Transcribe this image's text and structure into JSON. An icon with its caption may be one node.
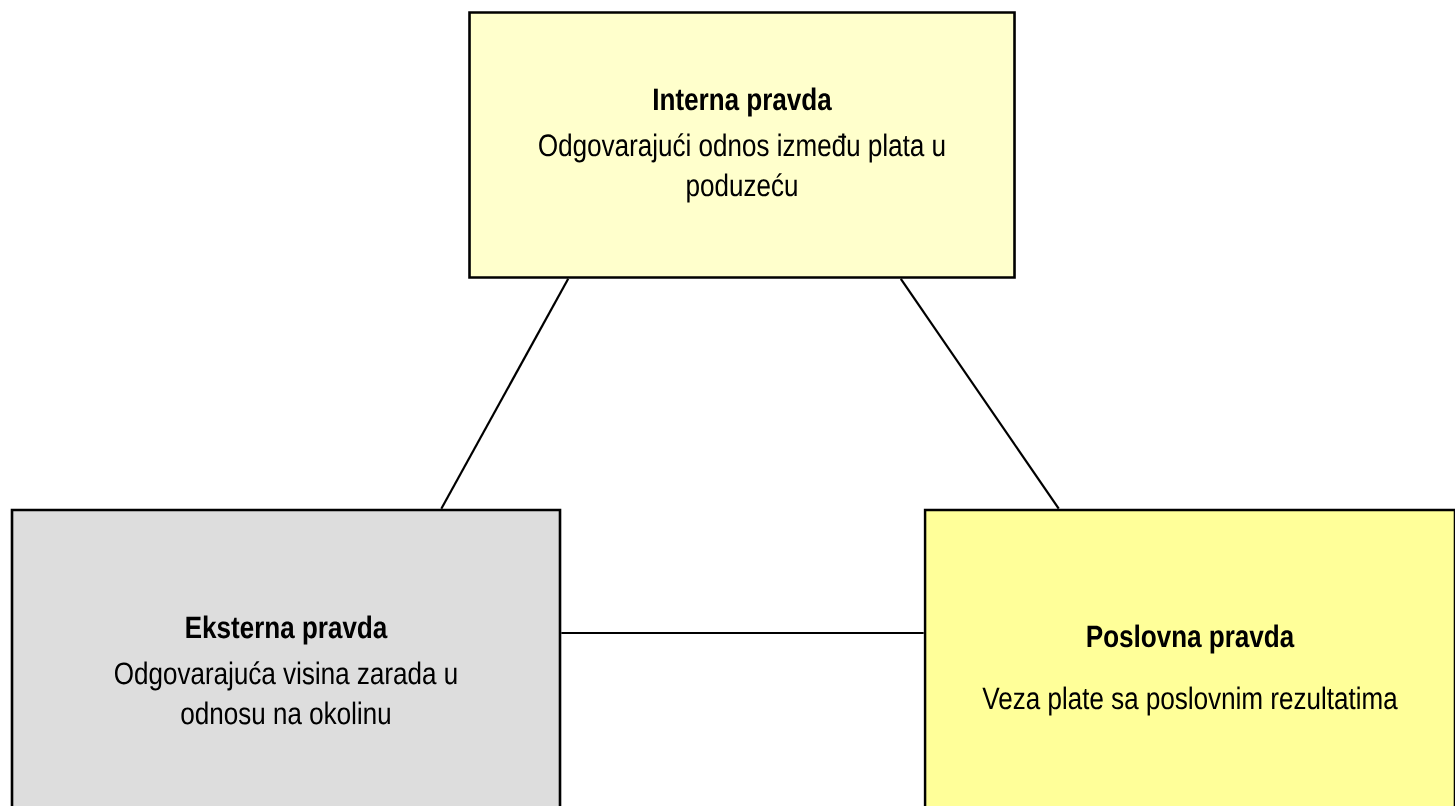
{
  "diagram": {
    "nodes": [
      {
        "text": [
          "Interna pravda",
          "Odgovarajući odnos između plata u poduzeću"
        ]
      },
      {
        "text": [
          "Eksterna pravda",
          "Odgovarajuća visina zarada u odnosu na okolinu"
        ]
      },
      {
        "text": [
          "Poslovna pravda",
          "Veza plate sa poslovnim rezultatima"
        ]
      }
    ],
    "edges": [
      {
        "from": 0,
        "to": 1,
        "arrow": "none"
      },
      {
        "from": 0,
        "to": 2,
        "arrow": "none"
      },
      {
        "from": 1,
        "to": 2,
        "arrow": "none"
      }
    ]
  }
}
